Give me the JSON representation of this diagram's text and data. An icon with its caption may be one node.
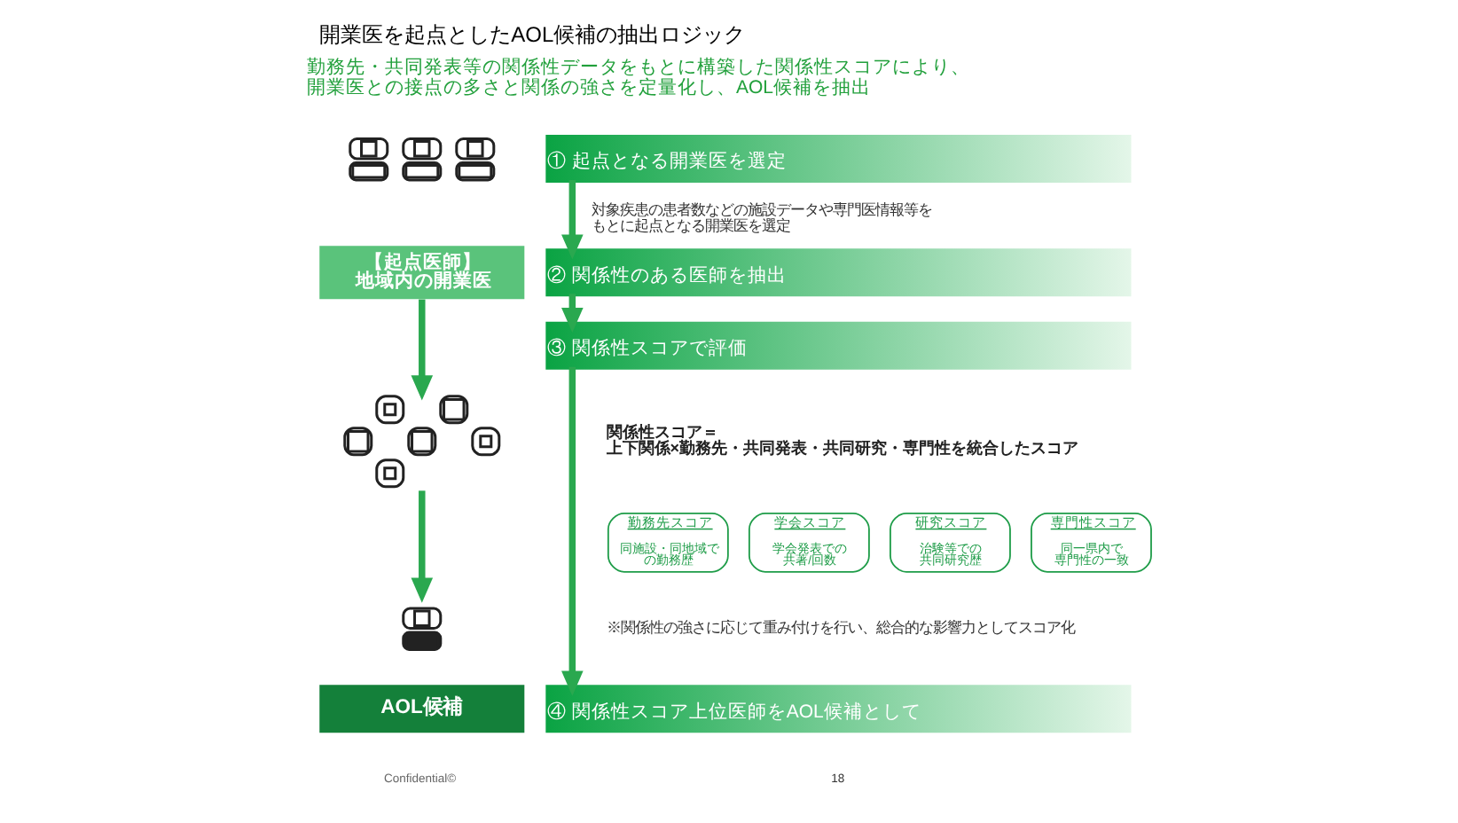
{
  "diagram": {
    "title": "開業医を起点としたAOL候補の抽出ロジック",
    "nodes": [
      {
        "text": [],
        "shape": "person"
      },
      {
        "text": [
          "【起点医師】地域内の開業医"
        ]
      },
      {
        "text": [],
        "shape": "picture"
      },
      {
        "text": [],
        "shape": "person"
      },
      {
        "text": [
          "AOL候補"
        ]
      },
      {
        "text": [
          "① 起点となる開業医を選定"
        ]
      },
      {
        "text": [
          "② 関係性のある医師を抽出"
        ]
      },
      {
        "text": [
          "③ 関係性スコアで評価"
        ],
        "beside": [
          "関係性スコア＝上下関係×勤務先・共同発表・共同研究・専門性を統合したスコア"
        ]
      },
      {
        "text": [
          "④ 関係性スコア上位医師をAOL候補として"
        ]
      },
      {
        "text": [
          "勤務先スコア",
          "同施設・同地域での勤務歴"
        ]
      },
      {
        "text": [
          "学会スコア",
          "学会発表での共著/回数"
        ]
      },
      {
        "text": [
          "研究スコア",
          "治験等での共同研究歴"
        ]
      },
      {
        "text": [
          "専門性スコア",
          "同一県内で専門性の一致"
        ]
      }
    ],
    "edges": [
      {
        "from": 1,
        "to": 2,
        "arrow": "to"
      },
      {
        "from": 2,
        "to": 3,
        "arrow": "to"
      },
      {
        "from": 5,
        "to": 6,
        "arrow": "to",
        "label": "対象疾患の患者数などの施設データや専門医情報等をもとに起点となる開業医を選定"
      },
      {
        "from": 6,
        "to": 7,
        "arrow": "to"
      },
      {
        "from": 7,
        "to": 8,
        "arrow": "to"
      }
    ],
    "labels": [
      "勤務先・共同発表等の関係性データをもとに構築した関係性スコアにより、開業医との接点の多さと関係の強さを定量化し、AOL候補を抽出",
      "※関係性の強さに応じて重み付けを行い、総合的な影響力としてスコア化",
      "Confidential©",
      "18"
    ]
  }
}
